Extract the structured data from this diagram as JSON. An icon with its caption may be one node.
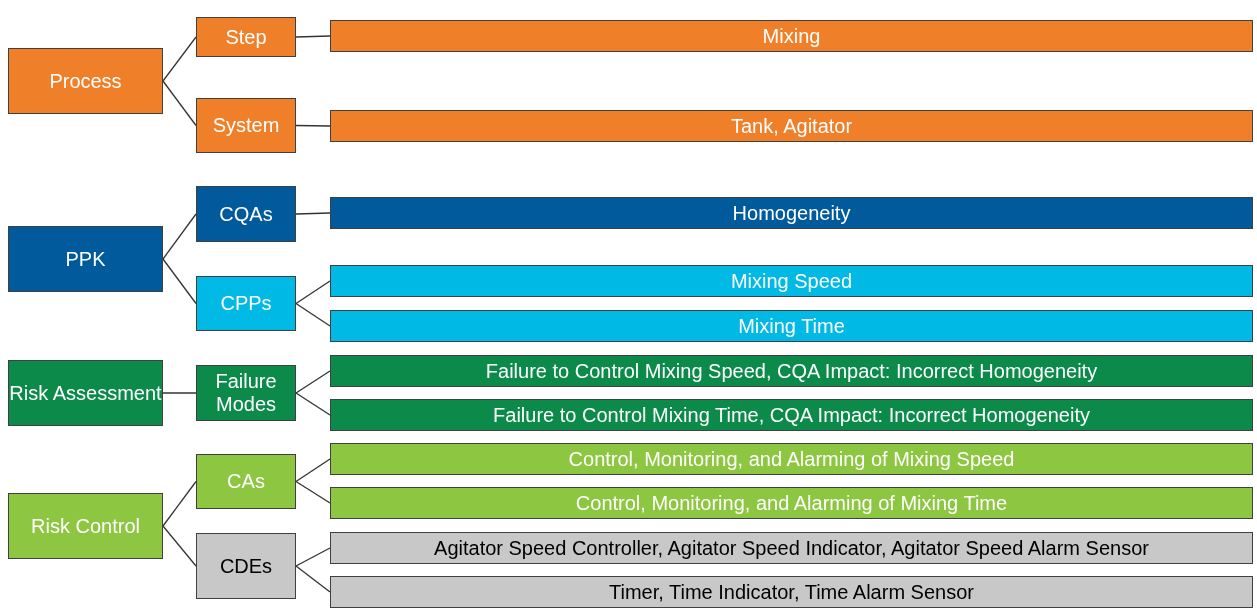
{
  "diagram": {
    "nodes": [
      {
        "text": [
          "Process"
        ]
      },
      {
        "text": [
          "Step"
        ]
      },
      {
        "text": [
          "Mixing"
        ]
      },
      {
        "text": [
          "System"
        ]
      },
      {
        "text": [
          "Tank, Agitator"
        ]
      },
      {
        "text": [
          "PPK"
        ]
      },
      {
        "text": [
          "CQAs"
        ]
      },
      {
        "text": [
          "Homogeneity"
        ]
      },
      {
        "text": [
          "CPPs"
        ]
      },
      {
        "text": [
          "Mixing Speed"
        ]
      },
      {
        "text": [
          "Mixing Time"
        ]
      },
      {
        "text": [
          "Risk Assessment"
        ]
      },
      {
        "text": [
          "Failure Modes"
        ]
      },
      {
        "text": [
          "Failure to Control Mixing Speed, CQA Impact: Incorrect Homogeneity"
        ]
      },
      {
        "text": [
          "Failure to Control Mixing Time, CQA Impact: Incorrect Homogeneity"
        ]
      },
      {
        "text": [
          "Risk Control"
        ]
      },
      {
        "text": [
          "CAs"
        ]
      },
      {
        "text": [
          "Control, Monitoring, and Alarming of Mixing Speed"
        ]
      },
      {
        "text": [
          "Control, Monitoring, and Alarming of Mixing Time"
        ]
      },
      {
        "text": [
          "CDEs"
        ]
      },
      {
        "text": [
          "Agitator Speed Controller, Agitator Speed Indicator, Agitator Speed Alarm Sensor"
        ]
      },
      {
        "text": [
          "Timer, Time Indicator, Time Alarm Sensor"
        ]
      }
    ],
    "edges": [
      {
        "from": 0,
        "to": 1,
        "arrow": "none"
      },
      {
        "from": 0,
        "to": 3,
        "arrow": "none"
      },
      {
        "from": 1,
        "to": 2,
        "arrow": "none"
      },
      {
        "from": 3,
        "to": 4,
        "arrow": "none"
      },
      {
        "from": 5,
        "to": 6,
        "arrow": "none"
      },
      {
        "from": 5,
        "to": 8,
        "arrow": "none"
      },
      {
        "from": 6,
        "to": 7,
        "arrow": "none"
      },
      {
        "from": 8,
        "to": 9,
        "arrow": "none"
      },
      {
        "from": 8,
        "to": 10,
        "arrow": "none"
      },
      {
        "from": 11,
        "to": 12,
        "arrow": "none"
      },
      {
        "from": 12,
        "to": 13,
        "arrow": "none"
      },
      {
        "from": 12,
        "to": 14,
        "arrow": "none"
      },
      {
        "from": 15,
        "to": 16,
        "arrow": "none"
      },
      {
        "from": 15,
        "to": 19,
        "arrow": "none"
      },
      {
        "from": 16,
        "to": 17,
        "arrow": "none"
      },
      {
        "from": 16,
        "to": 18,
        "arrow": "none"
      },
      {
        "from": 19,
        "to": 20,
        "arrow": "none"
      },
      {
        "from": 19,
        "to": 21,
        "arrow": "none"
      }
    ]
  }
}
